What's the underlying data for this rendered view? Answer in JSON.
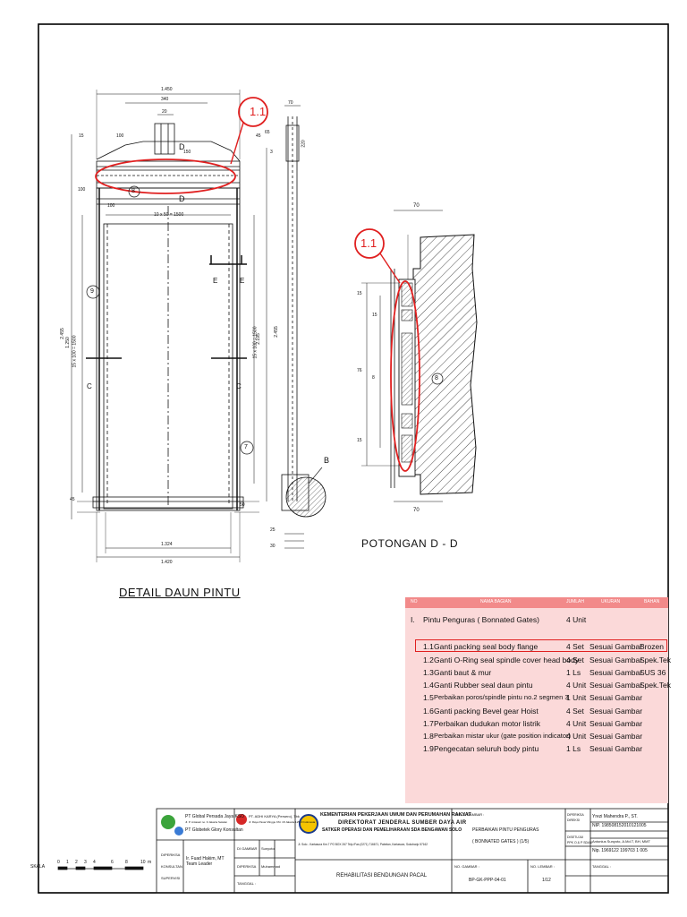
{
  "drawing": {
    "detail_title": "DETAIL  DAUN PINTU",
    "section_title": "POTONGAN  D  -  D",
    "callout": "1.1",
    "section_marker": "B",
    "section_tag": "D",
    "cut_e": "E",
    "cut_c": "C",
    "item_refs": [
      "9",
      "8",
      "7",
      "8"
    ],
    "dims_detail": {
      "top_overall": "1.450",
      "top_340": "340",
      "top_20": "20",
      "top_100": "100",
      "top_150": "150",
      "left_15": "15",
      "left_100": "100",
      "right_45": "45",
      "right_65": "65",
      "right_3": "3",
      "spacing_top": "10 x 50 = 1500",
      "left_2455": "2.455",
      "left_1250": "1.250",
      "left_15x100": "15 x 100 = 1500",
      "right_2195": "2.195",
      "right_15x100": "15 x 100 = 1500",
      "side_2455": "2.455",
      "bottom_1324": "1.324",
      "bottom_1420": "1.420",
      "side_70": "70",
      "side_220": "220",
      "side_25": "25",
      "side_30": "30",
      "bot_45": "45",
      "bot_50": "50",
      "bot_100": "100"
    },
    "dims_section": {
      "top_70": "70",
      "bottom_70": "70",
      "v_15a": "15",
      "v_15b": "15",
      "v_76": "76",
      "v_8": "8",
      "v_15c": "15"
    }
  },
  "parts_table": {
    "headers": [
      "NO",
      "NAMA BAGIAN",
      "JUMLAH",
      "UKURAN",
      "BAHAN"
    ],
    "group": {
      "no": "I.",
      "name": "Pintu Penguras ( Bonnated Gates)",
      "qty": "4 Unit"
    },
    "items": [
      {
        "no": "1.1",
        "name": "Ganti packing seal body flange",
        "qty": "4 Set",
        "size": "Sesuai Gambar",
        "material": "Brozen"
      },
      {
        "no": "1.2",
        "name": "Ganti  O-Ring seal spindle cover head body",
        "qty": "4 Set",
        "size": "Sesuai Gambar",
        "material": "Spek.Tek"
      },
      {
        "no": "1.3",
        "name": "Ganti baut & mur",
        "qty": "1 Ls",
        "size": "Sesuai Gambar",
        "material": "SUS 36"
      },
      {
        "no": "1.4",
        "name": "Ganti Rubber seal  daun pintu",
        "qty": "4 Unit",
        "size": "Sesuai Gambar",
        "material": "Spek.Tek"
      },
      {
        "no": "1.5",
        "name": "Perbaikan poros/spindle pintu no.2  segmen 3",
        "qty": "1 Unit",
        "size": "Sesuai Gambar",
        "material": ""
      },
      {
        "no": "1.6",
        "name": "Ganti packing Bevel gear Hoist",
        "qty": "4 Set",
        "size": "Sesuai Gambar",
        "material": ""
      },
      {
        "no": "1.7",
        "name": "Perbaikan dudukan motor listrik",
        "qty": "4 Unit",
        "size": "Sesuai Gambar",
        "material": ""
      },
      {
        "no": "1.8",
        "name": "Perbaikan mistar ukur (gate position indicator)",
        "qty": "4 Unit",
        "size": "Sesuai Gambar",
        "material": ""
      },
      {
        "no": "1.9",
        "name": "Pengecatan  seluruh body pintu",
        "qty": "1 Ls",
        "size": "Sesuai Gambar",
        "material": ""
      }
    ]
  },
  "title_block": {
    "scale_label": "SKALA",
    "scale_ticks": [
      "0",
      "1",
      "2",
      "3",
      "4",
      "6",
      "8",
      "10"
    ],
    "scale_unit": "m",
    "firm1": "PT Global Persada Jaya KSO",
    "firm1_sub": "Jl. P. Antasari no. 9 Jakarta Selatan",
    "firm2": "PT Globetek Glory Konsultan",
    "firm3": "PT. ADHI KARYA (Persero), Tbk",
    "firm3_sub": "Jl. Raya Pasar Minggu KM. 18 Jakarta 12510 Indonesia",
    "diperiksa": "DIPERIKSA",
    "konsultan": "KONSULTAN",
    "supervisi": "SUPERVISI",
    "engineer": "Ir. Fuad Hakim, MT",
    "engineer_role": "Team Leader",
    "digambar_label": "DI GAMBAR",
    "digambar_name": "Sunyoto",
    "diperiksa2_label": "DIPERIKSA",
    "diperiksa2_name": "Muhammad",
    "tanggal_label": "TANGGAL :",
    "ministry": "KEMENTERIAN PEKERJAAN UMUM DAN PERUMAHAN RAKYAT",
    "directorate": "DIREKTORAT JENDERAL SUMBER DAYA AIR",
    "satker": "SATKER OPERASI DAN PEMELIHARAAN SDA BENGAWAN SOLO",
    "address": "Jl. Solo - Kartasura Km.7 PO BOX 267 Telp./Fax.(0271) 716671, Pabelan, Kartasura, Sukoharjo 57162",
    "project": "REHABILITASI BENDUNGAN PACAL",
    "judul_label": "JUDUL GAMBAR :",
    "judul_1": "PERBAIKAN PINTU PENGURAS",
    "judul_2": "( BONNATED GATES ) (1/5)",
    "no_gambar_label": "NO. GAMBAR :",
    "no_gambar": "BP-GK-PPP-04-01",
    "no_lembar_label": "NO. LEMBAR :",
    "no_lembar": "1/12",
    "diperiksa3_label": "DIPERIKSA",
    "diperiksa3_sub": "DIREKSI",
    "pic1_name": "Yrezi Mahendra P., ST.",
    "pic1_nip": "NIP. 198508152010121005",
    "disetujui_label": "DISETUJUI",
    "disetujui_sub": "PPK O & P SDA II",
    "pic2_name": "Antonius Sunyoto, A.Md.T, BH, MMT",
    "pic2_nip": "Nip. 1969122 199703 1 005",
    "tanggal2_label": "TANGGAL :"
  }
}
